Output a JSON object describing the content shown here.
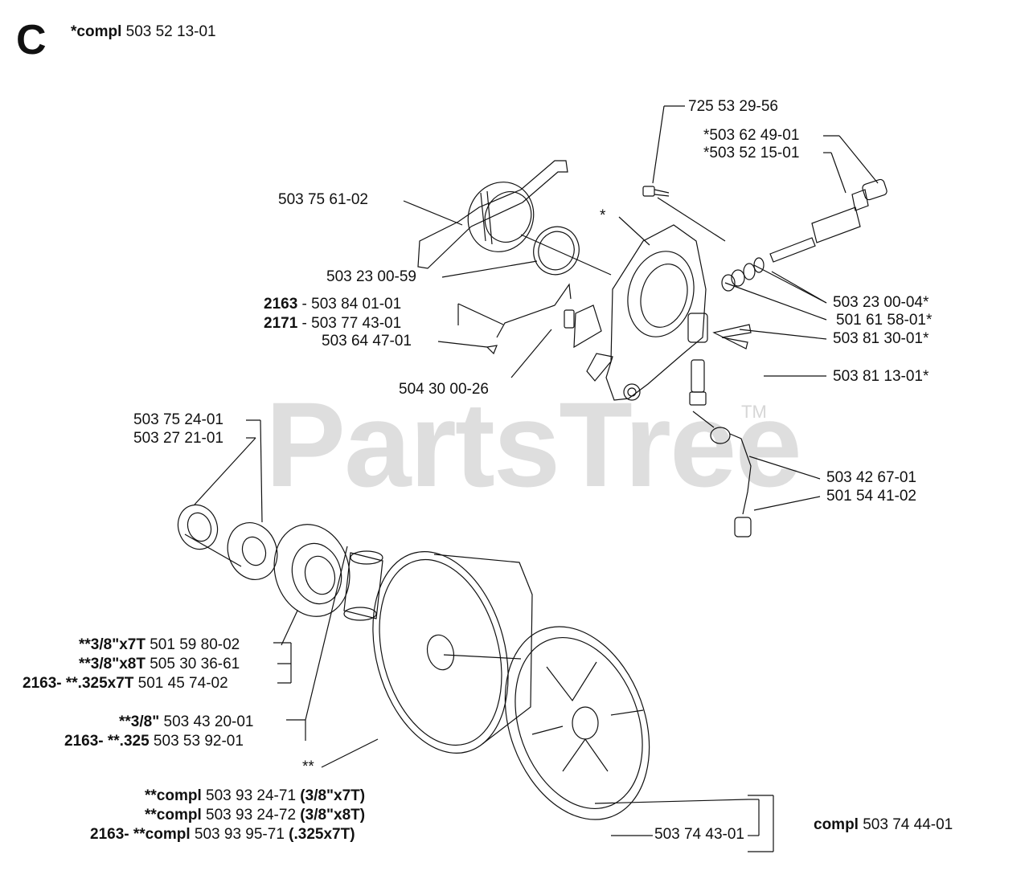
{
  "section_letter": "C",
  "header": {
    "prefix": "*compl",
    "number": "503 52 13-01"
  },
  "watermark": {
    "brand": "PartsTree",
    "tm": "TM"
  },
  "labels": {
    "l_725532956": "725 53 29-56",
    "l_503624901": "*503 62 49-01",
    "l_503521501": "*503 52 15-01",
    "l_503756102": "503 75 61-02",
    "l_star": "*",
    "l_503230059": "503 23 00-59",
    "l_2163": "2163",
    "l_503840101": " - 503 84 01-01",
    "l_2171": "2171",
    "l_503774301": " - 503 77 43-01",
    "l_503644701": "503 64 47-01",
    "l_504300026": "504 30 00-26",
    "l_503230004": "503 23 00-04*",
    "l_501615801": "501 61 58-01*",
    "l_503813001": "503 81 30-01*",
    "l_503811301": "503 81 13-01*",
    "l_503752401": "503 75 24-01",
    "l_503272101": "503 27 21-01",
    "l_503426701": "503 42 67-01",
    "l_501544102": "501 54 41-02",
    "sp1_prefix": "**3/8\"x7T",
    "sp1_num": " 501 59 80-02",
    "sp2_prefix": "**3/8\"x8T",
    "sp2_num": " 505 30 36-61",
    "sp3_prefix": "2163- **.325x7T",
    "sp3_num": " 501 45 74-02",
    "dr1_prefix": "**3/8\"",
    "dr1_num": " 503 43 20-01",
    "dr2_prefix": "2163- **.325",
    "dr2_num": " 503 53 92-01",
    "l_dstar": "**",
    "c1_prefix": "**compl",
    "c1_num": " 503 93 24-71 ",
    "c1_size": "(3/8\"x7T)",
    "c2_prefix": "**compl",
    "c2_num": " 503 93 24-72 ",
    "c2_size": "(3/8\"x8T)",
    "c3_prefix": "2163- **compl",
    "c3_num": " 503 93 95-71 ",
    "c3_size": "(.325x7T)",
    "l_503744301": "503 74 43-01",
    "compl2_prefix": "compl",
    "compl2_num": " 503 74 44-01"
  }
}
